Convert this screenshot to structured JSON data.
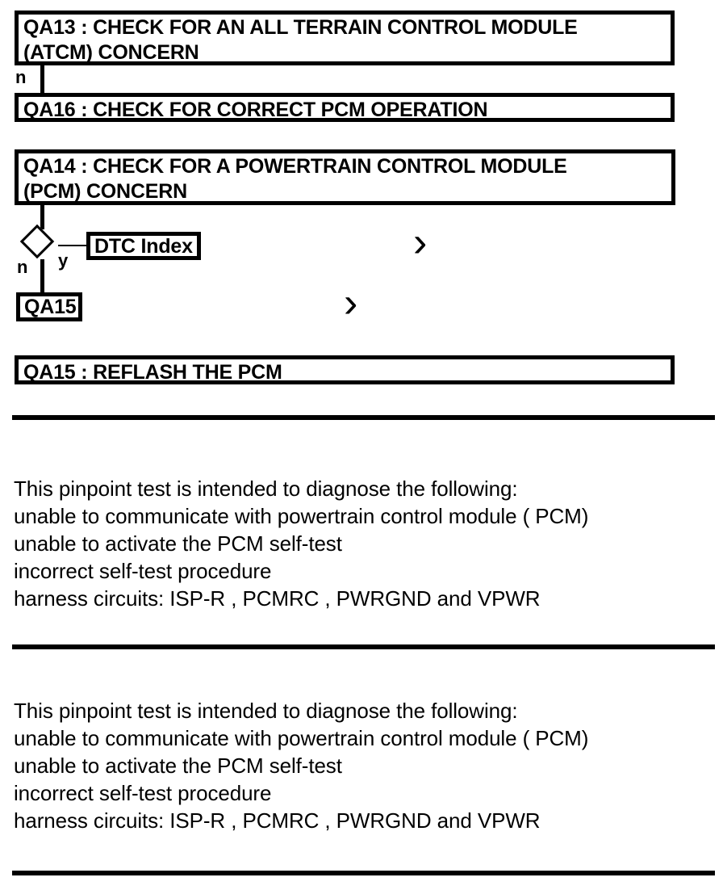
{
  "flowchart": {
    "steps": [
      {
        "id": "QA13",
        "label": "QA13 : CHECK FOR AN ALL TERRAIN CONTROL MODULE\n(ATCM) CONCERN"
      },
      {
        "id": "QA16",
        "label": "QA16 : CHECK FOR CORRECT PCM OPERATION"
      },
      {
        "id": "QA14",
        "label": "QA14 : CHECK FOR A POWERTRAIN CONTROL MODULE\n(PCM) CONCERN"
      },
      {
        "id": "QA15",
        "label": "QA15 : REFLASH THE PCM"
      }
    ],
    "references": [
      {
        "id": "dtc-index",
        "label": "DTC Index"
      },
      {
        "id": "qa15-ref",
        "label": "QA15"
      }
    ],
    "branch_labels": {
      "qa13_no": "n",
      "diamond_no": "n",
      "diamond_yes": "y"
    },
    "chevrons": {
      "upper": "›",
      "lower": "›"
    }
  },
  "body": {
    "block_1": "This pinpoint test is intended to diagnose the following:\nunable to communicate with powertrain control module ( PCM)\nunable to activate the PCM self-test\nincorrect self-test procedure\nharness circuits: ISP-R , PCMRC , PWRGND and VPWR",
    "block_2": "This pinpoint test is intended to diagnose the following:\nunable to communicate with powertrain control module ( PCM)\nunable to activate the PCM self-test\nincorrect self-test procedure\nharness circuits: ISP-R , PCMRC , PWRGND and VPWR"
  },
  "colors": {
    "ink": "#000000",
    "paper": "#ffffff"
  }
}
